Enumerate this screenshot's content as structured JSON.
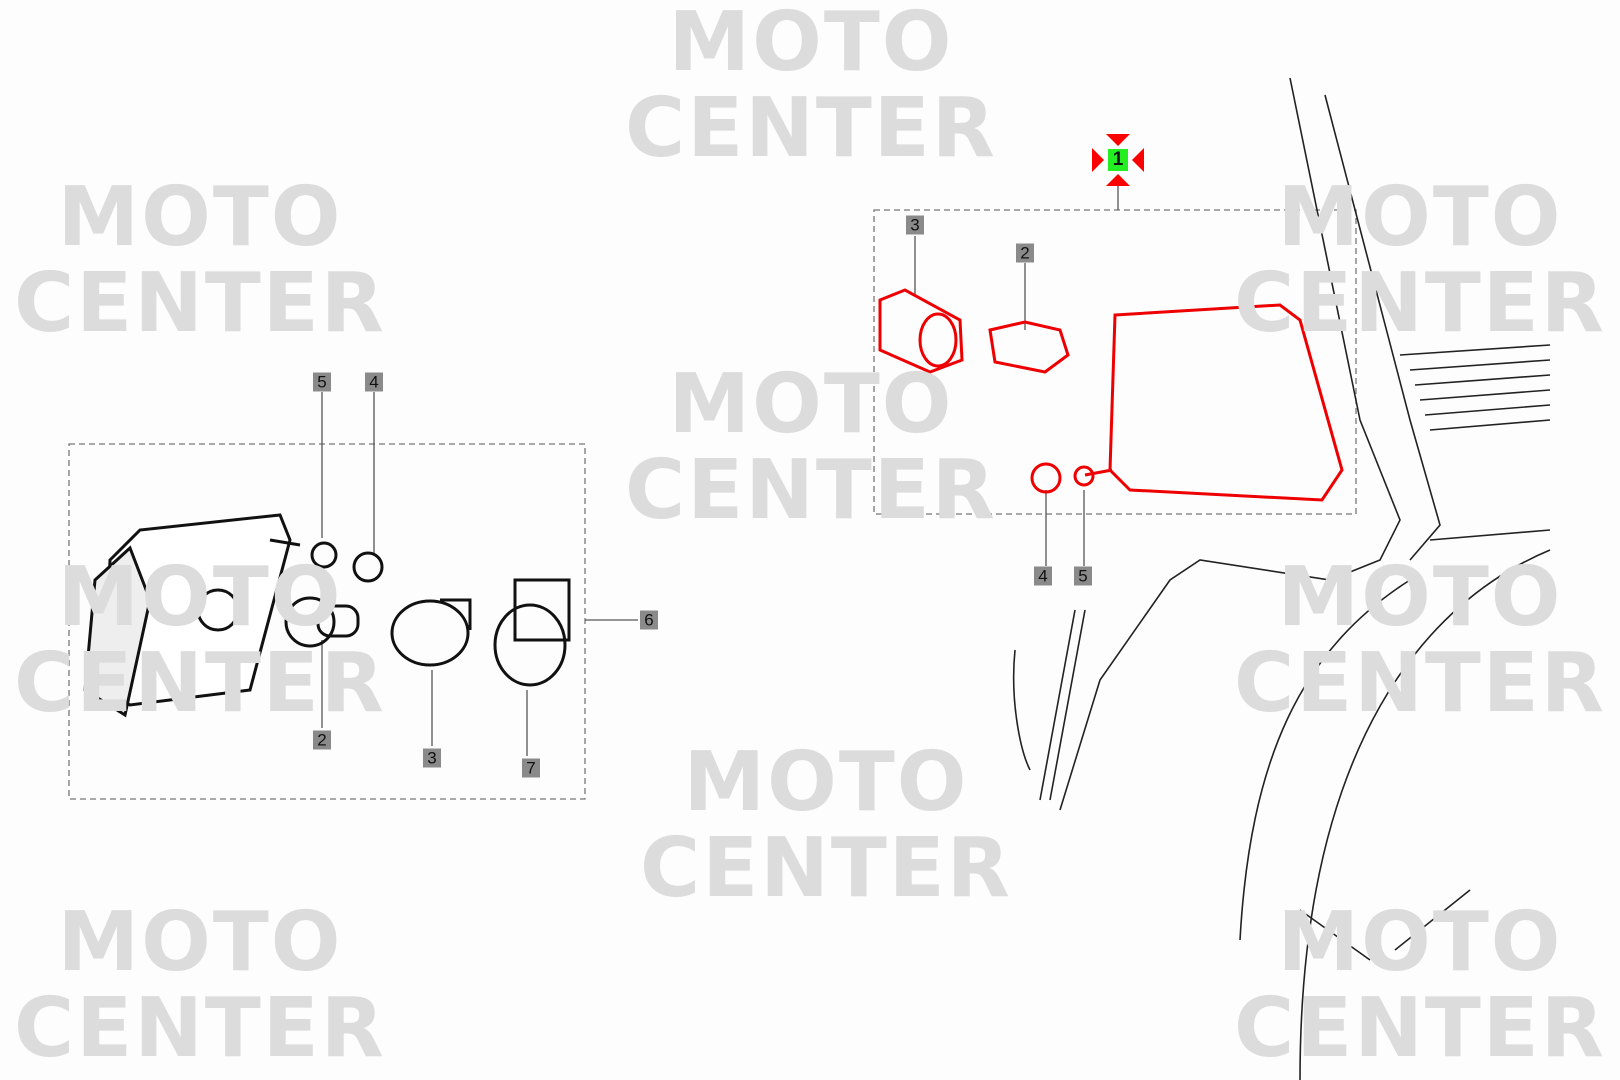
{
  "watermark": {
    "line1": "MOTO",
    "line2": "CENTER"
  },
  "selected_marker": {
    "label": "1",
    "color": "#22ee22",
    "arrow_color": "#ff0000"
  },
  "left_assembly": {
    "callouts": [
      {
        "label": "5"
      },
      {
        "label": "4"
      },
      {
        "label": "6"
      },
      {
        "label": "2"
      },
      {
        "label": "3"
      },
      {
        "label": "7"
      }
    ]
  },
  "right_assembly": {
    "highlight_color": "#ee0000",
    "callouts": [
      {
        "label": "3"
      },
      {
        "label": "2"
      },
      {
        "label": "4"
      },
      {
        "label": "5"
      }
    ]
  }
}
